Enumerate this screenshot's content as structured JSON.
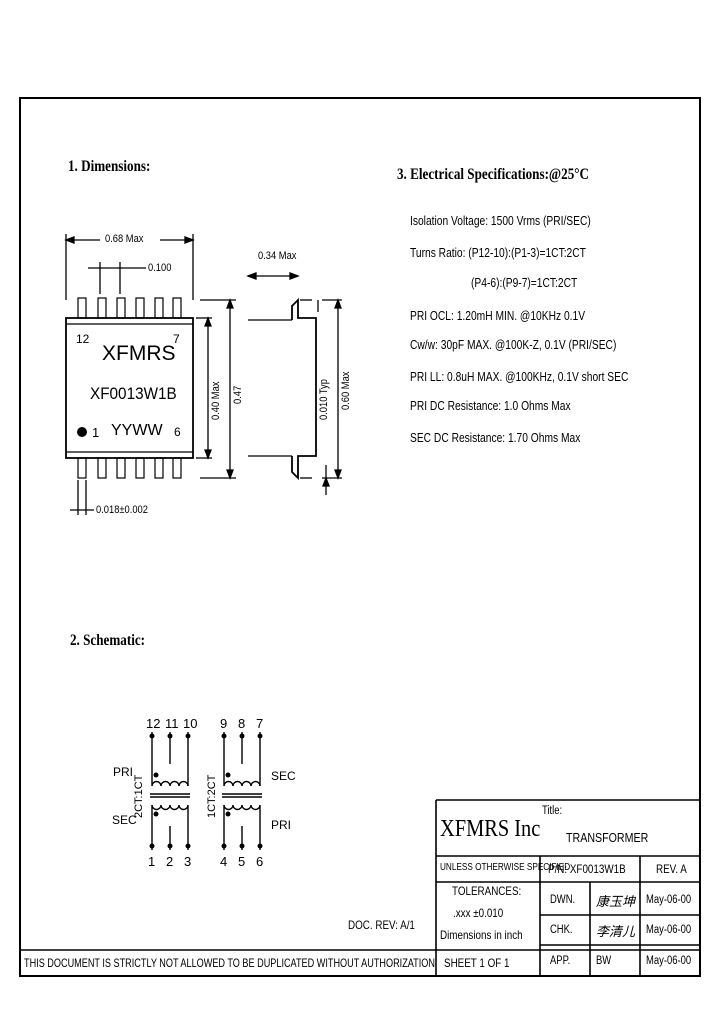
{
  "sections": {
    "dimensions_heading": "1. Dimensions:",
    "schematic_heading": "2. Schematic:",
    "electrical_heading": "3. Electrical   Specifications:@25°C"
  },
  "specs": [
    "Isolation Voltage:  1500 Vrms (PRI/SEC)",
    "Turns Ratio: (P12-10):(P1-3)=1CT:2CT",
    "(P4-6):(P9-7)=1CT:2CT",
    "PRI OCL: 1.20mH MIN. @10KHz 0.1V",
    "Cw/w: 30pF MAX. @100K-Z, 0.1V (PRI/SEC)",
    "PRI LL:  0.8uH MAX. @100KHz, 0.1V short SEC",
    "PRI DC Resistance: 1.0 Ohms Max",
    "SEC DC Resistance: 1.70 Ohms Max"
  ],
  "package": {
    "width_label": "0.68 Max",
    "pitch_label": "0.100",
    "height_label": "0.40 Max",
    "span_label": "0.47",
    "depth_label": "0.34 Max",
    "lead_label": "0.010 Typ",
    "profile_label": "0.60 Max",
    "lead_width_label": "0.018±0.002",
    "pin_12": "12",
    "pin_7": "7",
    "pin_1": "1",
    "pin_6": "6",
    "brand": "XFMRS",
    "part": "XF0013W1B",
    "date_code": "YYWW"
  },
  "schematic": {
    "left_top_pins": [
      "12",
      "11",
      "10"
    ],
    "left_bottom_pins": [
      "1",
      "2",
      "3"
    ],
    "right_top_pins": [
      "9",
      "8",
      "7"
    ],
    "right_bottom_pins": [
      "4",
      "5",
      "6"
    ],
    "left_pri": "PRI",
    "left_sec": "SEC",
    "right_sec": "SEC",
    "right_pri": "PRI",
    "left_ratio": "2CT:1CT",
    "right_ratio": "1CT:2CT"
  },
  "doc_rev": "DOC. REV: A/1",
  "footer_notice": "THIS DOCUMENT IS STRICTLY NOT ALLOWED TO BE DUPLICATED WITHOUT AUTHORIZATION",
  "title_block": {
    "company": "XFMRS Inc",
    "title_label": "Title:",
    "title": "TRANSFORMER",
    "unless": "UNLESS OTHERWISE SPECIFIED",
    "tolerances": "TOLERANCES:",
    "tolerance_value": ".xxx ±0.010",
    "dimensions_unit": "Dimensions in inch",
    "pn": "P/N: XF0013W1B",
    "rev": "REV. A",
    "dwn_label": "DWN.",
    "dwn_sign": "康玉坤",
    "dwn_date": "May-06-00",
    "chk_label": "CHK.",
    "chk_sign": "李清儿",
    "chk_date": "May-06-00",
    "app_label": "APP.",
    "app_sign": "BW",
    "app_date": "May-06-00",
    "sheet": "SHEET  1  OF  1"
  }
}
